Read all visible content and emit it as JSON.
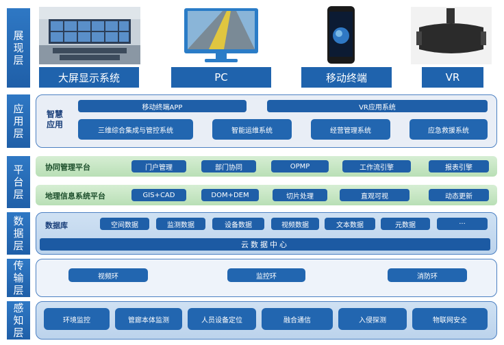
{
  "layers": {
    "display": "展现层",
    "application": "应用层",
    "platform": "平台层",
    "data": "数据层",
    "transport": "传输层",
    "perception": "感知层"
  },
  "display": {
    "devices": [
      "大屏显示系统",
      "PC",
      "移动终端",
      "VR"
    ]
  },
  "application": {
    "top_bars": [
      "移动终端APP",
      "VR应用系统"
    ],
    "group_label": "智慧应用",
    "systems": [
      "三维综合集成与管控系统",
      "智能运维系统",
      "经营管理系统",
      "应急救援系统"
    ]
  },
  "platform": {
    "rows": [
      {
        "title": "协同管理平台",
        "items": [
          "门户管理",
          "部门协同",
          "OPMP",
          "工作流引擎",
          "报表引擎"
        ]
      },
      {
        "title": "地理信息系统平台",
        "items": [
          "GIS+CAD",
          "DOM+DEM",
          "切片处理",
          "直观可视",
          "动态更新"
        ]
      }
    ]
  },
  "data": {
    "title": "数据库",
    "items": [
      "空间数据",
      "监测数据",
      "设备数据",
      "视频数据",
      "文本数据",
      "元数据",
      "···"
    ],
    "cloud": "云数据中心"
  },
  "transport": {
    "items": [
      "视频环",
      "监控环",
      "消防环"
    ]
  },
  "perception": {
    "items": [
      "环境监控",
      "管廊本体监测",
      "人员设备定位",
      "融合通信",
      "入侵探测",
      "物联网安全"
    ]
  }
}
